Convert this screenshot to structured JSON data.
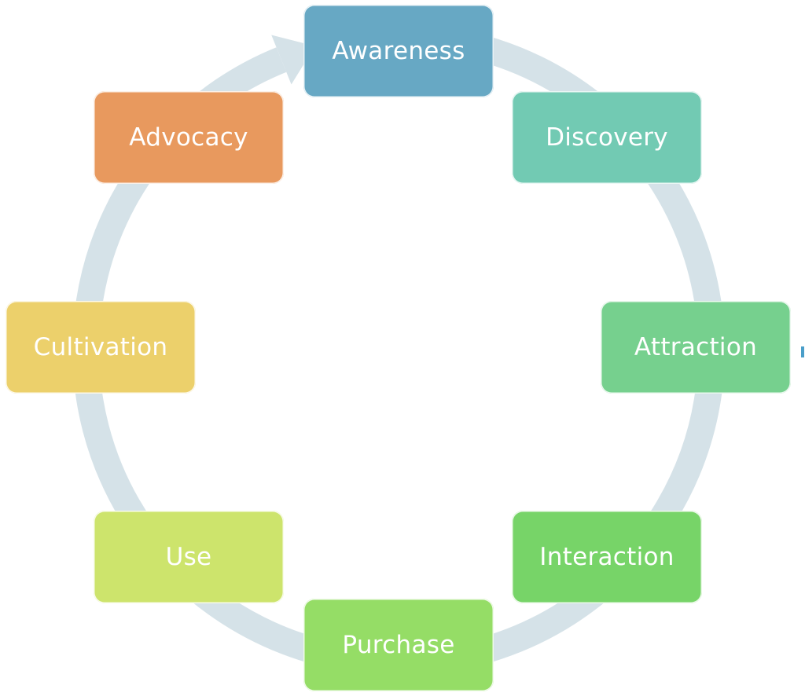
{
  "diagram": {
    "type": "cycle",
    "direction": "clockwise",
    "ring_color": "#d5e2e8",
    "stages": [
      {
        "label": "Awareness",
        "color": "#67a8c4"
      },
      {
        "label": "Discovery",
        "color": "#72cab3"
      },
      {
        "label": "Attraction",
        "color": "#76d08e"
      },
      {
        "label": "Interaction",
        "color": "#77d468"
      },
      {
        "label": "Purchase",
        "color": "#95dd66"
      },
      {
        "label": "Use",
        "color": "#cde46c"
      },
      {
        "label": "Cultivation",
        "color": "#ecd06b"
      },
      {
        "label": "Advocacy",
        "color": "#e8995e"
      }
    ]
  }
}
